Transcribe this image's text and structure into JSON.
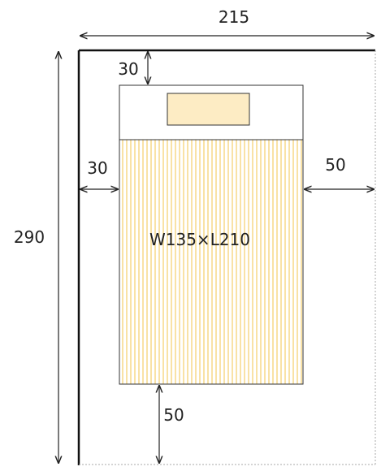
{
  "dimensions": {
    "room_width": "215",
    "room_length": "290",
    "top_gap": "30",
    "left_gap": "30",
    "right_gap": "50",
    "bottom_gap": "50"
  },
  "bed": {
    "size_label": "W135×L210"
  },
  "colors": {
    "wall": "#111111",
    "dashed_wall": "#aaaaaa",
    "pillow_fill": "#fdecc4",
    "stripe": "#f9e2a6",
    "line": "#222222"
  }
}
